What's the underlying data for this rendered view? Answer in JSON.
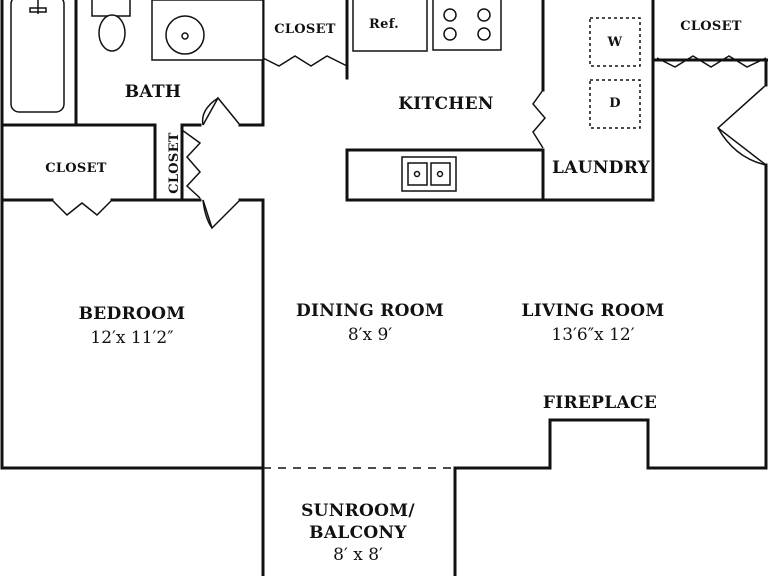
{
  "rooms": {
    "bath": {
      "label": "BATH"
    },
    "closet_bath": {
      "label": "CLOSET"
    },
    "closet_hall": {
      "label": "CLOSET"
    },
    "closet_small": {
      "label": "CLOSET"
    },
    "closet_right": {
      "label": "CLOSET"
    },
    "kitchen": {
      "label": "KITCHEN"
    },
    "laundry": {
      "label": "LAUNDRY"
    },
    "bedroom": {
      "label": "BEDROOM",
      "dims": "12′x 11′2″"
    },
    "dining": {
      "label": "DINING ROOM",
      "dims": "8′x 9′"
    },
    "living": {
      "label": "LIVING ROOM",
      "dims": "13′6″x 12′"
    },
    "sunroom": {
      "label_line1": "SUNROOM/",
      "label_line2": "BALCONY",
      "dims": "8′ x 8′"
    },
    "fireplace": {
      "label": "FIREPLACE"
    }
  },
  "fixtures": {
    "refrigerator": "Ref.",
    "washer": "W",
    "dryer": "D"
  }
}
